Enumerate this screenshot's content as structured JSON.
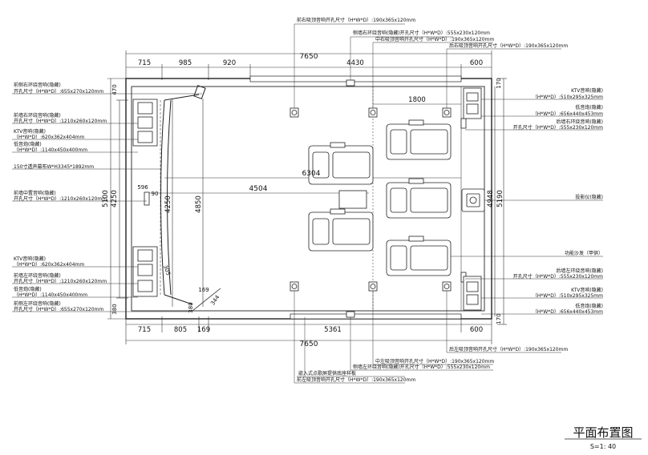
{
  "title": "平面布置图",
  "scale": "S=1: 40",
  "dimensions": {
    "top_total": "7650",
    "top_segments": [
      "715",
      "985",
      "920",
      "4430",
      "600"
    ],
    "bottom_total": "7650",
    "bottom_segments": [
      "715",
      "805",
      "169",
      "5361",
      "600"
    ],
    "left_outer": "5100",
    "left_inner": "4250",
    "left_top": "470",
    "left_bottom": "380",
    "right_outer": "5190",
    "right_inner": "4948",
    "right_top": "170",
    "right_bottom": "170",
    "inner_4250": "4250",
    "inner_4850": "4850",
    "row_width": "4504",
    "seat_depth": "6304",
    "rear_width": "1800",
    "screen_596": "596",
    "screen_90": "90",
    "angle_305": "305",
    "corner_169": "169",
    "corner_344": "344",
    "corner_380": "380"
  },
  "annotations": {
    "front_right_top": "前右吸顶音响开孔尺寸（H*W*D）:190x365x120mm",
    "side_right": "侧墙右环绕音响(隐藏)开孔尺寸（H*W*D）:555x230x120mm",
    "mid_right_top": "中右吸顶音响开孔尺寸（H*W*D）:190x365x120mm",
    "rear_right_top": "后右吸顶音响开孔尺寸（H*W*D）:190x365x120mm",
    "front_side_right_1": "前侧右环绕音响(隐藏)",
    "front_side_right_2": "开孔尺寸（H*W*D）:655x270x120mm",
    "front_wall_right_1": "前墙右环绕音响(隐藏)",
    "front_wall_right_2": "开孔尺寸（H*W*D）:1210x260x120mm",
    "ktv_left_1": "KTV音响(隐藏)",
    "ktv_left_2": "（H*W*D）:620x362x404mm",
    "sub_left_1": "低音炮(隐藏)",
    "sub_left_2": "（H*W*D）:1140x450x400mm",
    "screen": "150寸透声幕布W*H3345*1892mm",
    "front_center_1": "前墙中置音响(隐藏)",
    "front_center_2": "开孔尺寸（H*W*D）:1210x260x120mm",
    "ktv_left_b1": "KTV音响(隐藏)",
    "ktv_left_b2": "（H*W*D）:620x362x404mm",
    "front_wall_left_1": "前墙左环绕音响(隐藏)",
    "front_wall_left_2": "开孔尺寸（H*W*D）:1210x260x120mm",
    "sub_left_b1": "低音炮(隐藏)",
    "sub_left_b2": "（H*W*D）:1140x450x400mm",
    "front_side_left_1": "前侧左环绕音响(隐藏)",
    "front_side_left_2": "开孔尺寸（H*W*D）:655x270x120mm",
    "ktv_right_1": "KTV音响(隐藏)",
    "ktv_right_2": "（H*W*D）:510x295x325mm",
    "sub_right_1": "低音炮(隐藏)",
    "sub_right_2": "（H*W*D）:656x440x453mm",
    "rear_right_1": "后墙右环绕音响(隐藏)",
    "rear_right_2": "开孔尺寸（H*W*D）:555x230x120mm",
    "projector": "投影仪(隐藏)",
    "sofa": "功能沙发（甲供）",
    "rear_left_1": "后墙左环绕音响(隐藏)",
    "rear_left_2": "开孔尺寸（H*W*D）:555x230x120mm",
    "ktv_right_b1": "KTV音响(隐藏)",
    "ktv_right_b2": "（H*W*D）:510x295x325mm",
    "sub_right_b1": "低音炮(隐藏)",
    "sub_right_b2": "（H*W*D）:656x440x453mm",
    "rear_left_top": "后左吸顶音响开孔尺寸（H*W*D）:190x365x120mm",
    "mid_left_top": "中左吸顶音响开孔尺寸（H*W*D）:190x365x120mm",
    "side_left": "侧墙左环绕音响(隐藏)开孔尺寸（H*W*D）:555x230x120mm",
    "floor_tile": "嵌入式点歌屏提供底座样板",
    "front_left_top": "前左吸顶音响开孔尺寸（H*W*D）:190x365x120mm"
  }
}
